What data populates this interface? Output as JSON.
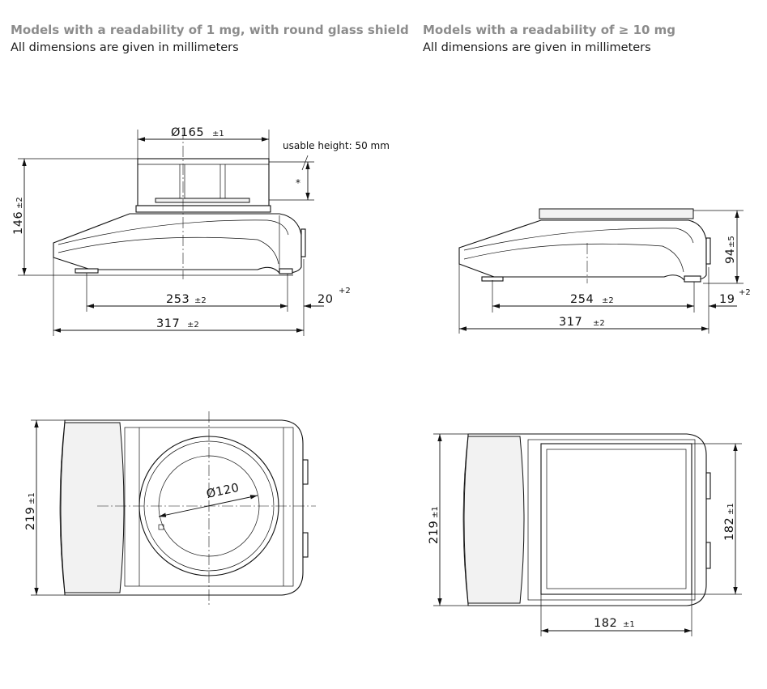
{
  "left_heading": {
    "title": "Models with a readability of 1 mg, with round glass shield",
    "subtitle": "All dimensions are given in millimeters"
  },
  "right_heading": {
    "title": "Models with a readability of ≥ 10 mg",
    "subtitle": "All dimensions are given in millimeters"
  },
  "left_side_view": {
    "shield_diameter": {
      "value": "Ø165",
      "tolerance": "±1"
    },
    "usable_height_note": "usable height: 50 mm",
    "asterisk": "*",
    "height": {
      "value": "146",
      "tolerance": "±2"
    },
    "foot_span": {
      "value": "253",
      "tolerance": "±2"
    },
    "rear_offset": {
      "value": "20",
      "tolerance": "+2"
    },
    "length": {
      "value": "317",
      "tolerance": "±2"
    }
  },
  "right_side_view": {
    "height": {
      "value": "94",
      "tolerance": "±5"
    },
    "foot_span": {
      "value": "254",
      "tolerance": "±2"
    },
    "rear_offset": {
      "value": "19",
      "tolerance": "+2"
    },
    "length": {
      "value": "317",
      "tolerance": "±2"
    }
  },
  "left_top_view": {
    "width": {
      "value": "219",
      "tolerance": "±1"
    },
    "pan_diameter": {
      "value": "Ø120"
    }
  },
  "right_top_view": {
    "width": {
      "value": "219",
      "tolerance": "±1"
    },
    "pan_depth": {
      "value": "182",
      "tolerance": "±1"
    },
    "pan_width": {
      "value": "182",
      "tolerance": "±1"
    }
  }
}
